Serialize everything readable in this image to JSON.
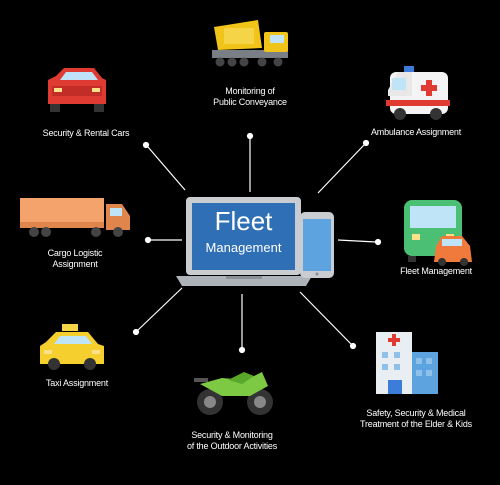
{
  "center": {
    "title_line1": "Fleet",
    "title_line2": "Management"
  },
  "nodes": [
    {
      "id": "concrete-truck",
      "label_lines": [
        "Monitoring of",
        "Public Conveyance"
      ]
    },
    {
      "id": "ambulance",
      "label_lines": [
        "Ambulance Assignment"
      ]
    },
    {
      "id": "bus",
      "label_lines": [
        "Fleet Management"
      ]
    },
    {
      "id": "hospital",
      "label_lines": [
        "Safety, Security & Medical",
        "Treatment of the Elder & Kids"
      ]
    },
    {
      "id": "motorbike",
      "label_lines": [
        "Security & Monitoring",
        "of the Outdoor Activities"
      ]
    },
    {
      "id": "taxi",
      "label_lines": [
        "Taxi Assignment"
      ]
    },
    {
      "id": "cargo-truck",
      "label_lines": [
        "Cargo Logistic",
        "Assignment"
      ]
    },
    {
      "id": "rental-car",
      "label_lines": [
        "Security & Rental Cars"
      ]
    }
  ],
  "colors": {
    "background": "#000000",
    "connector": "#ffffff",
    "screen": "#2f6fb5",
    "laptop_body": "#c9cdd2"
  }
}
